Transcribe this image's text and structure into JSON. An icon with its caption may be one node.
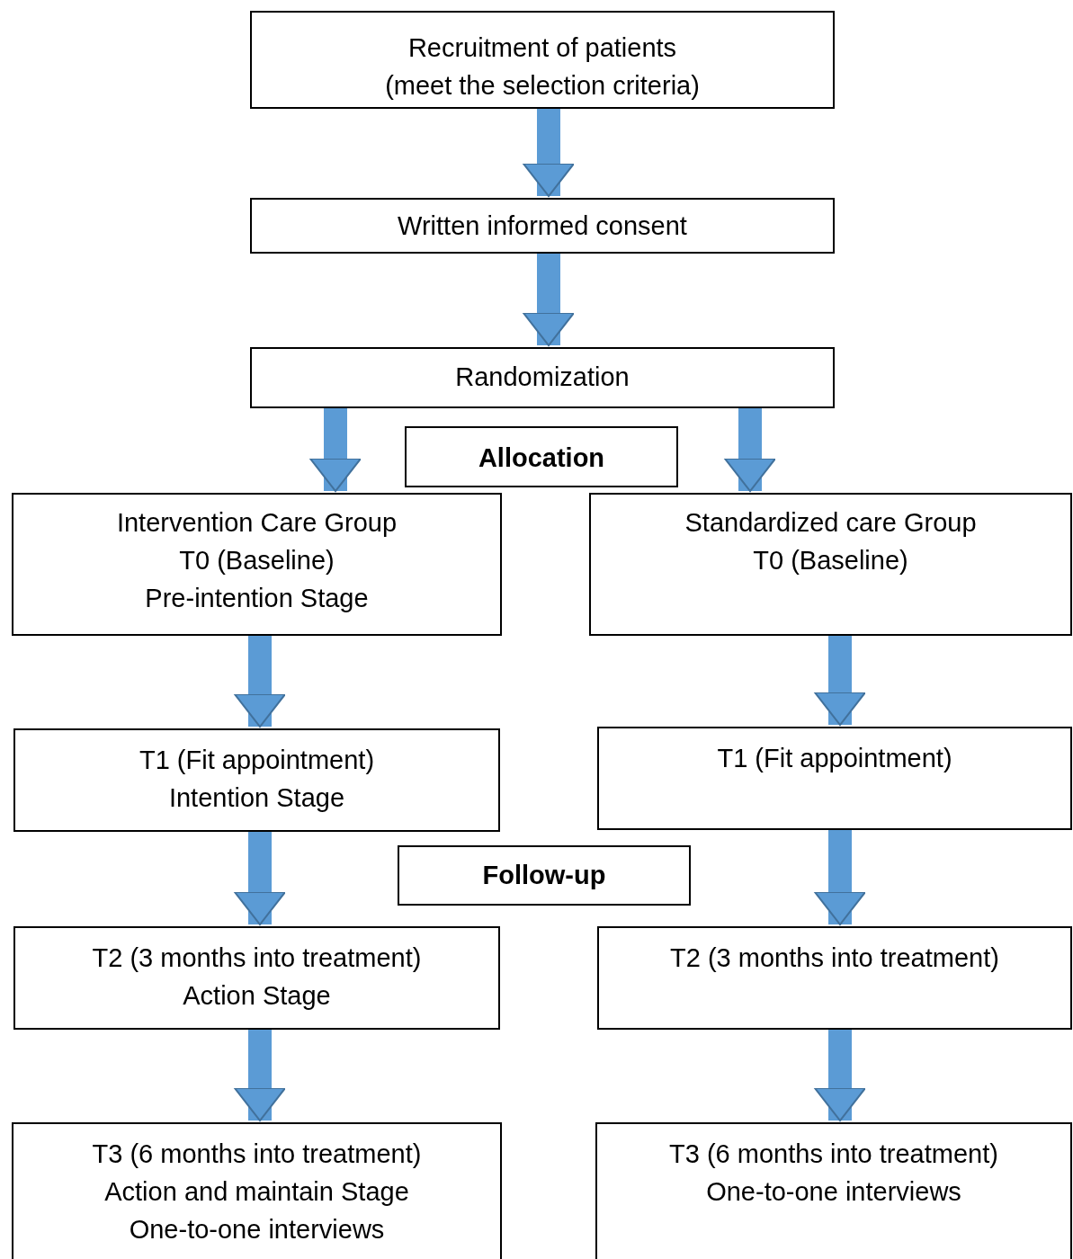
{
  "diagram": {
    "nodes": [
      {
        "text": [
          "Recruitment of patients",
          "(meet the selection criteria)"
        ]
      },
      {
        "text": [
          "Written informed consent"
        ]
      },
      {
        "text": [
          "Randomization"
        ]
      },
      {
        "text": [
          "Allocation"
        ]
      },
      {
        "text": [
          "Intervention Care Group",
          "T0 (Baseline)",
          "Pre-intention Stage"
        ]
      },
      {
        "text": [
          "Standardized care Group",
          "T0 (Baseline)"
        ]
      },
      {
        "text": [
          "T1 (Fit appointment)",
          "Intention Stage"
        ]
      },
      {
        "text": [
          "T1 (Fit appointment)"
        ]
      },
      {
        "text": [
          "Follow-up"
        ]
      },
      {
        "text": [
          "T2 (3 months into treatment)",
          "Action Stage"
        ]
      },
      {
        "text": [
          "T2 (3 months into treatment)"
        ]
      },
      {
        "text": [
          "T3 (6 months into treatment)",
          "Action and maintain Stage",
          "One-to-one interviews"
        ]
      },
      {
        "text": [
          "T3 (6 months into treatment)",
          "One-to-one interviews"
        ]
      }
    ],
    "edges": [
      {
        "from": 0,
        "to": 1,
        "arrow": "to"
      },
      {
        "from": 1,
        "to": 2,
        "arrow": "to"
      },
      {
        "from": 2,
        "to": 4,
        "arrow": "to"
      },
      {
        "from": 2,
        "to": 5,
        "arrow": "to"
      },
      {
        "from": 4,
        "to": 6,
        "arrow": "to"
      },
      {
        "from": 5,
        "to": 7,
        "arrow": "to"
      },
      {
        "from": 6,
        "to": 9,
        "arrow": "to"
      },
      {
        "from": 7,
        "to": 10,
        "arrow": "to"
      },
      {
        "from": 9,
        "to": 11,
        "arrow": "to"
      },
      {
        "from": 10,
        "to": 12,
        "arrow": "to"
      }
    ]
  }
}
